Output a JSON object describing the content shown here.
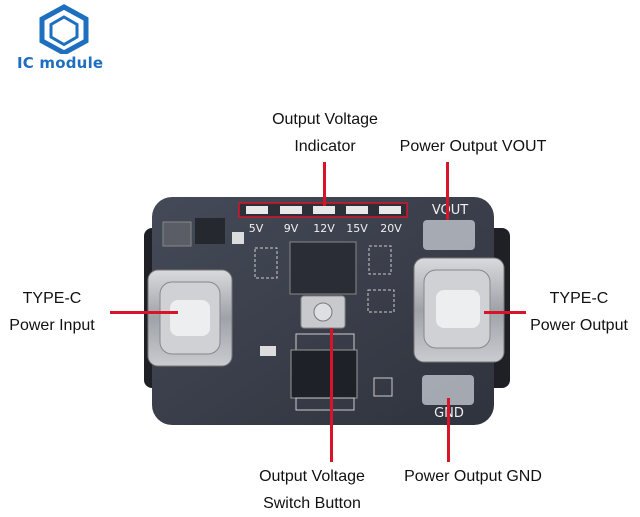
{
  "brand": {
    "name": "IC module",
    "color": "#1e6fbf"
  },
  "accent_line_color": "#d7142a",
  "callouts": {
    "voltage_indicator": [
      "Output Voltage",
      "Indicator"
    ],
    "vout": [
      "Power Output VOUT"
    ],
    "typec_input": [
      "TYPE-C",
      "Power Input"
    ],
    "typec_output": [
      "TYPE-C",
      "Power Output"
    ],
    "switch_button": [
      "Output Voltage",
      "Switch Button"
    ],
    "gnd": [
      "Power Output GND"
    ]
  },
  "board": {
    "pcb_color": "#3b3f4c",
    "led_labels": [
      "5V",
      "9V",
      "12V",
      "15V",
      "20V"
    ],
    "vout_label": "VOUT",
    "gnd_label": "GND"
  }
}
